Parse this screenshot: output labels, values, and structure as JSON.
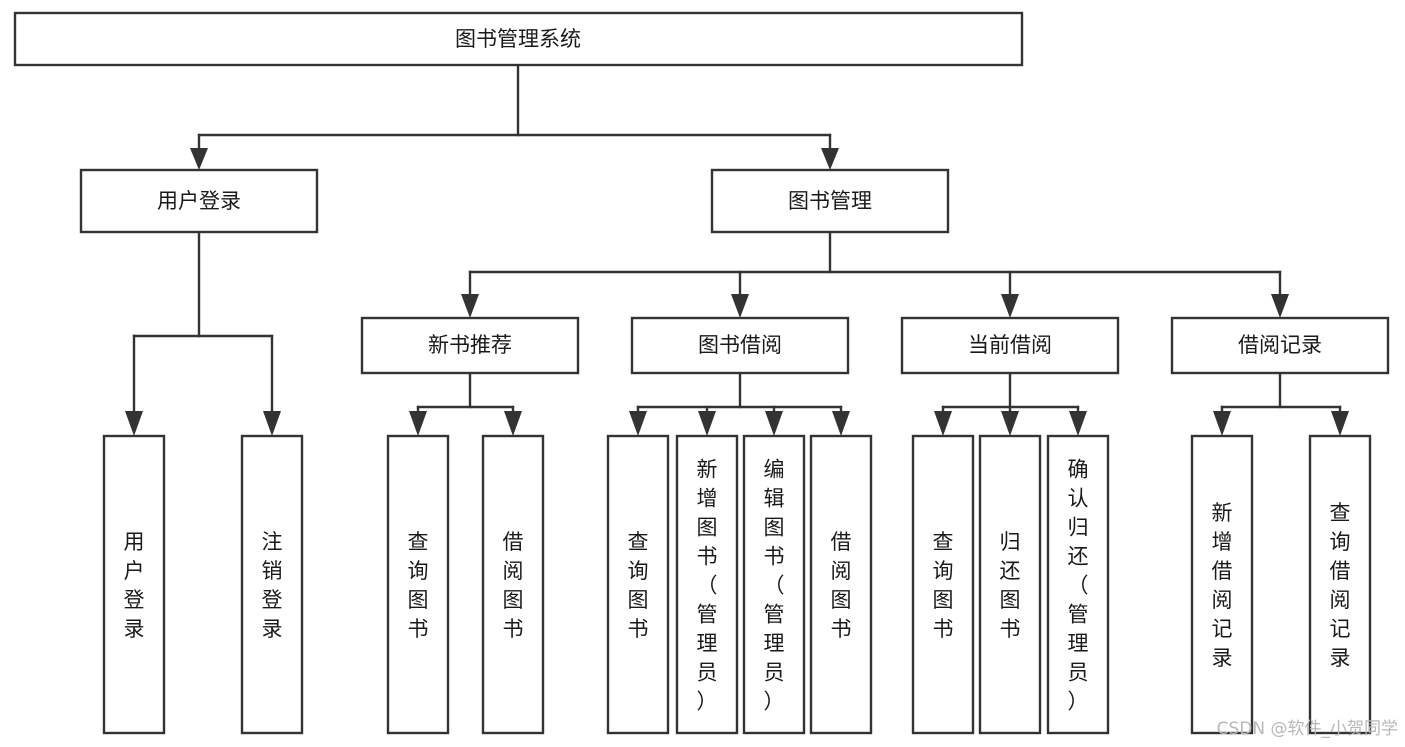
{
  "diagram": {
    "title": "图书管理系统",
    "type": "tree-hierarchy-chart",
    "root": {
      "id": "root",
      "label": "图书管理系统",
      "orientation": "horizontal"
    },
    "level2": [
      {
        "id": "user-login",
        "label": "用户登录",
        "orientation": "horizontal"
      },
      {
        "id": "book-manage",
        "label": "图书管理",
        "orientation": "horizontal"
      }
    ],
    "level3": [
      {
        "id": "new-book-recommend",
        "label": "新书推荐",
        "orientation": "horizontal",
        "parent": "book-manage"
      },
      {
        "id": "book-borrow",
        "label": "图书借阅",
        "orientation": "horizontal",
        "parent": "book-manage"
      },
      {
        "id": "current-borrow",
        "label": "当前借阅",
        "orientation": "horizontal",
        "parent": "book-manage"
      },
      {
        "id": "borrow-record",
        "label": "借阅记录",
        "orientation": "horizontal",
        "parent": "book-manage"
      }
    ],
    "leaves": [
      {
        "id": "leaf-user-login",
        "label": "用户登录",
        "orientation": "vertical",
        "parent": "user-login"
      },
      {
        "id": "leaf-user-logout",
        "label": "注销登录",
        "orientation": "vertical",
        "parent": "user-login"
      },
      {
        "id": "leaf-query-book-1",
        "label": "查询图书",
        "orientation": "vertical",
        "parent": "new-book-recommend"
      },
      {
        "id": "leaf-borrow-book-1",
        "label": "借阅图书",
        "orientation": "vertical",
        "parent": "new-book-recommend"
      },
      {
        "id": "leaf-query-book-2",
        "label": "查询图书",
        "orientation": "vertical",
        "parent": "book-borrow"
      },
      {
        "id": "leaf-add-book",
        "label": "新增图书（管理员）",
        "orientation": "vertical",
        "parent": "book-borrow"
      },
      {
        "id": "leaf-edit-book",
        "label": "编辑图书（管理员）",
        "orientation": "vertical",
        "parent": "book-borrow"
      },
      {
        "id": "leaf-borrow-book-2",
        "label": "借阅图书",
        "orientation": "vertical",
        "parent": "book-borrow"
      },
      {
        "id": "leaf-query-book-3",
        "label": "查询图书",
        "orientation": "vertical",
        "parent": "current-borrow"
      },
      {
        "id": "leaf-return-book",
        "label": "归还图书",
        "orientation": "vertical",
        "parent": "current-borrow"
      },
      {
        "id": "leaf-confirm-return",
        "label": "确认归还（管理员）",
        "orientation": "vertical",
        "parent": "current-borrow"
      },
      {
        "id": "leaf-add-record",
        "label": "新增借阅记录",
        "orientation": "vertical",
        "parent": "borrow-record"
      },
      {
        "id": "leaf-query-record",
        "label": "查询借阅记录",
        "orientation": "vertical",
        "parent": "borrow-record"
      }
    ]
  },
  "watermark": {
    "text": "CSDN @软件_小贺同学"
  },
  "colors": {
    "stroke": "#333333",
    "box_fill": "#ffffff",
    "text": "#1a1a1a",
    "watermark": "#b8b8b8",
    "background": "#ffffff"
  }
}
